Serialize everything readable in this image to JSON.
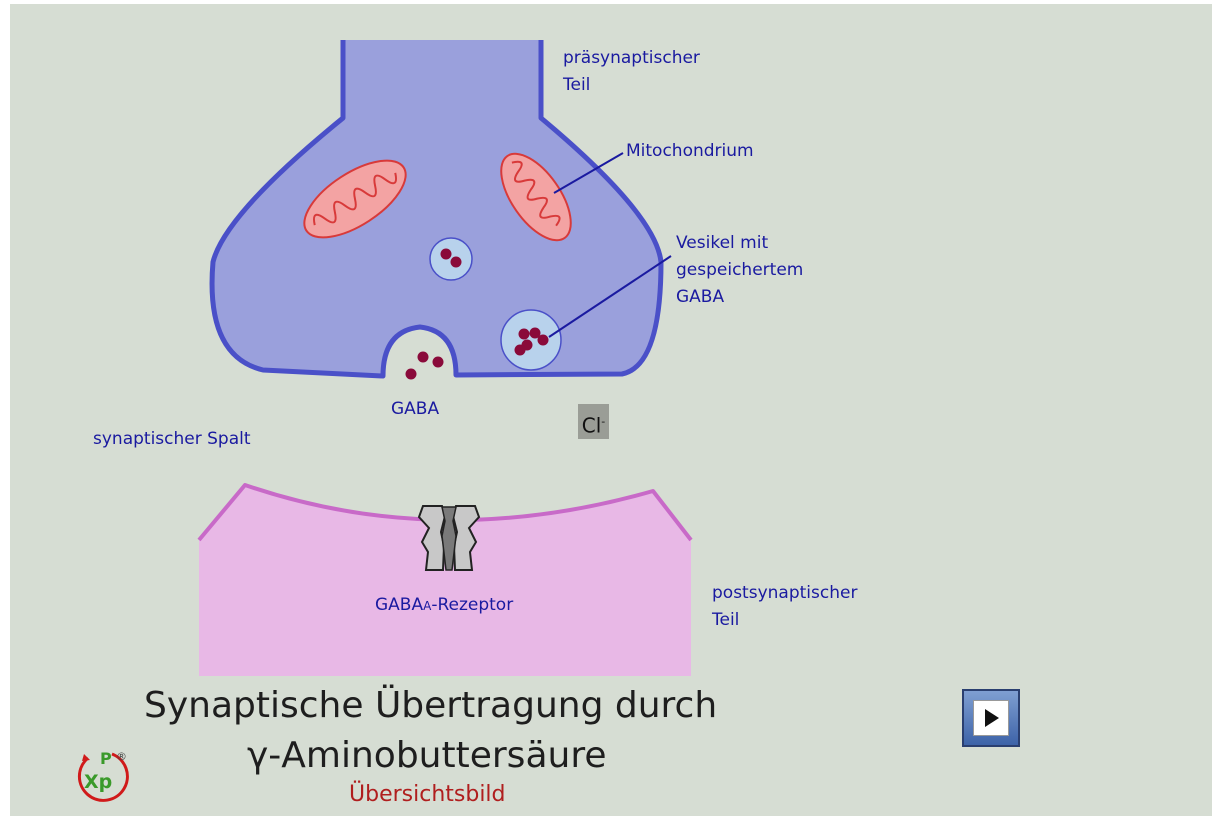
{
  "labels": {
    "presynaptic": "präsynaptischer\nTeil",
    "mitochondrium": "Mitochondrium",
    "vesicle": "Vesikel mit\ngespeichertem\nGABA",
    "gaba": "GABA",
    "cleft": "synaptischer Spalt",
    "chloride": "Cl",
    "chloride_charge": "-",
    "receptor": "GABA",
    "receptor_subscript": "A",
    "receptor_suffix": "-Rezeptor",
    "postsynaptic": "postsynaptischer\nTeil"
  },
  "title": {
    "line1": "Synaptische Übertragung durch",
    "line2": "γ-Aminobuttersäure",
    "subtitle": "Übersichtsbild"
  },
  "logo": {
    "letters": "Xp",
    "p_mark": "P",
    "registered": "®"
  },
  "controls": {
    "play_icon": "play-icon"
  },
  "colors": {
    "background": "#d6ddd3",
    "presynaptic_fill": "#9aa0dc",
    "presynaptic_stroke": "#4a50c8",
    "postsynaptic_fill": "#e8b8e6",
    "postsynaptic_stroke": "#c86ac8",
    "mitochondrion_fill": "#f3a3a3",
    "mitochondrion_stroke": "#d83a3a",
    "gaba_dot": "#8a0a3a",
    "label_text": "#1a1aa0",
    "subtitle_text": "#b01e1e"
  }
}
